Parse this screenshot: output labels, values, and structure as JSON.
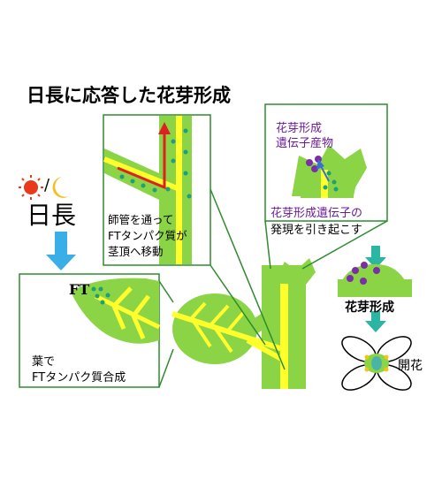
{
  "title": "日長に応答した花芽形成",
  "day_length": {
    "text": "日長",
    "sun_icon": "sun-icon",
    "moon_icon": "moon-icon",
    "separator": "/"
  },
  "leaf_panel": {
    "ft_label": "FT",
    "caption_line1": "葉で",
    "caption_line2": "FTタンパク質合成"
  },
  "phloem_panel": {
    "caption_line1": "師管を通って",
    "caption_line2": "FTタンパク質が",
    "caption_line3": "茎頂へ移動"
  },
  "apex_panel": {
    "label_line1": "花芽形成",
    "label_line2": "遺伝子産物",
    "caption_line1": "花芽形成遺伝子の",
    "caption_line2": "発現を引き起こす"
  },
  "flower_bud_label": "花芽形成",
  "flowering_label": "開花",
  "colors": {
    "plant_green": "#8bd446",
    "plant_green_dark": "#2e9c2e",
    "vein_yellow": "#ffff2b",
    "ft_dot_teal": "#1f9e7a",
    "gene_product_purple": "#7b2fa5",
    "arrow_blue": "#3aaee6",
    "arrow_teal": "#2bb5a3",
    "arrow_red": "#e02020",
    "panel_border": "#2e8b2e"
  }
}
